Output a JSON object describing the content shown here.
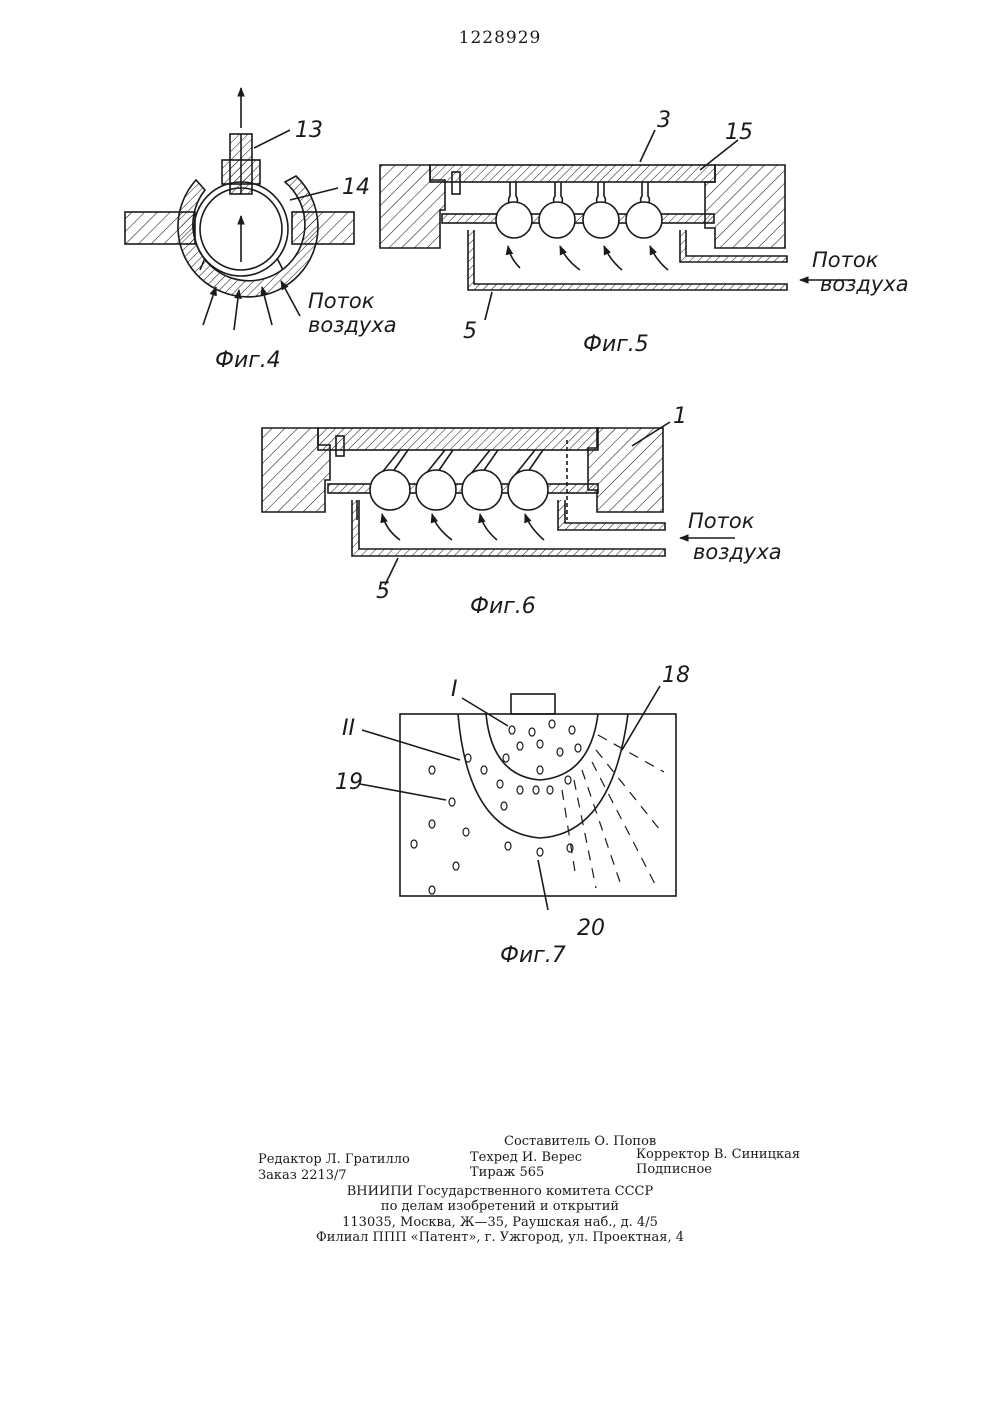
{
  "header": {
    "patent_number": "1228929"
  },
  "fig4": {
    "caption": "Фиг.4",
    "label_13": "13",
    "label_14": "14",
    "flow_line1": "Поток",
    "flow_line2": "воздуха"
  },
  "fig5": {
    "caption": "Фиг.5",
    "label_3": "3",
    "label_15": "15",
    "label_5": "5",
    "flow_line1": "Поток",
    "flow_line2": "воздуха"
  },
  "fig6": {
    "caption": "Фиг.6",
    "label_1": "1",
    "label_5": "5",
    "flow_line1": "Поток",
    "flow_line2": "воздуха"
  },
  "fig7": {
    "caption": "Фиг.7",
    "label_I": "I",
    "label_II": "II",
    "label_18": "18",
    "label_19": "19",
    "label_20": "20"
  },
  "colophon": {
    "compiler": "Составитель О. Попов",
    "editor": "Редактор Л. Гратилло",
    "techred": "Техред И. Верес",
    "corrector": "Корректор В. Синицкая",
    "order": "Заказ 2213/7",
    "circulation": "Тираж 565",
    "subscription": "Подписное",
    "org_line1": "ВНИИПИ Государственного комитета СССР",
    "org_line2": "по делам изобретений и открытий",
    "address": "113035, Москва, Ж—35, Раушская наб., д. 4/5",
    "branch": "Филиал ППП «Патент», г. Ужгород, ул. Проектная, 4"
  }
}
